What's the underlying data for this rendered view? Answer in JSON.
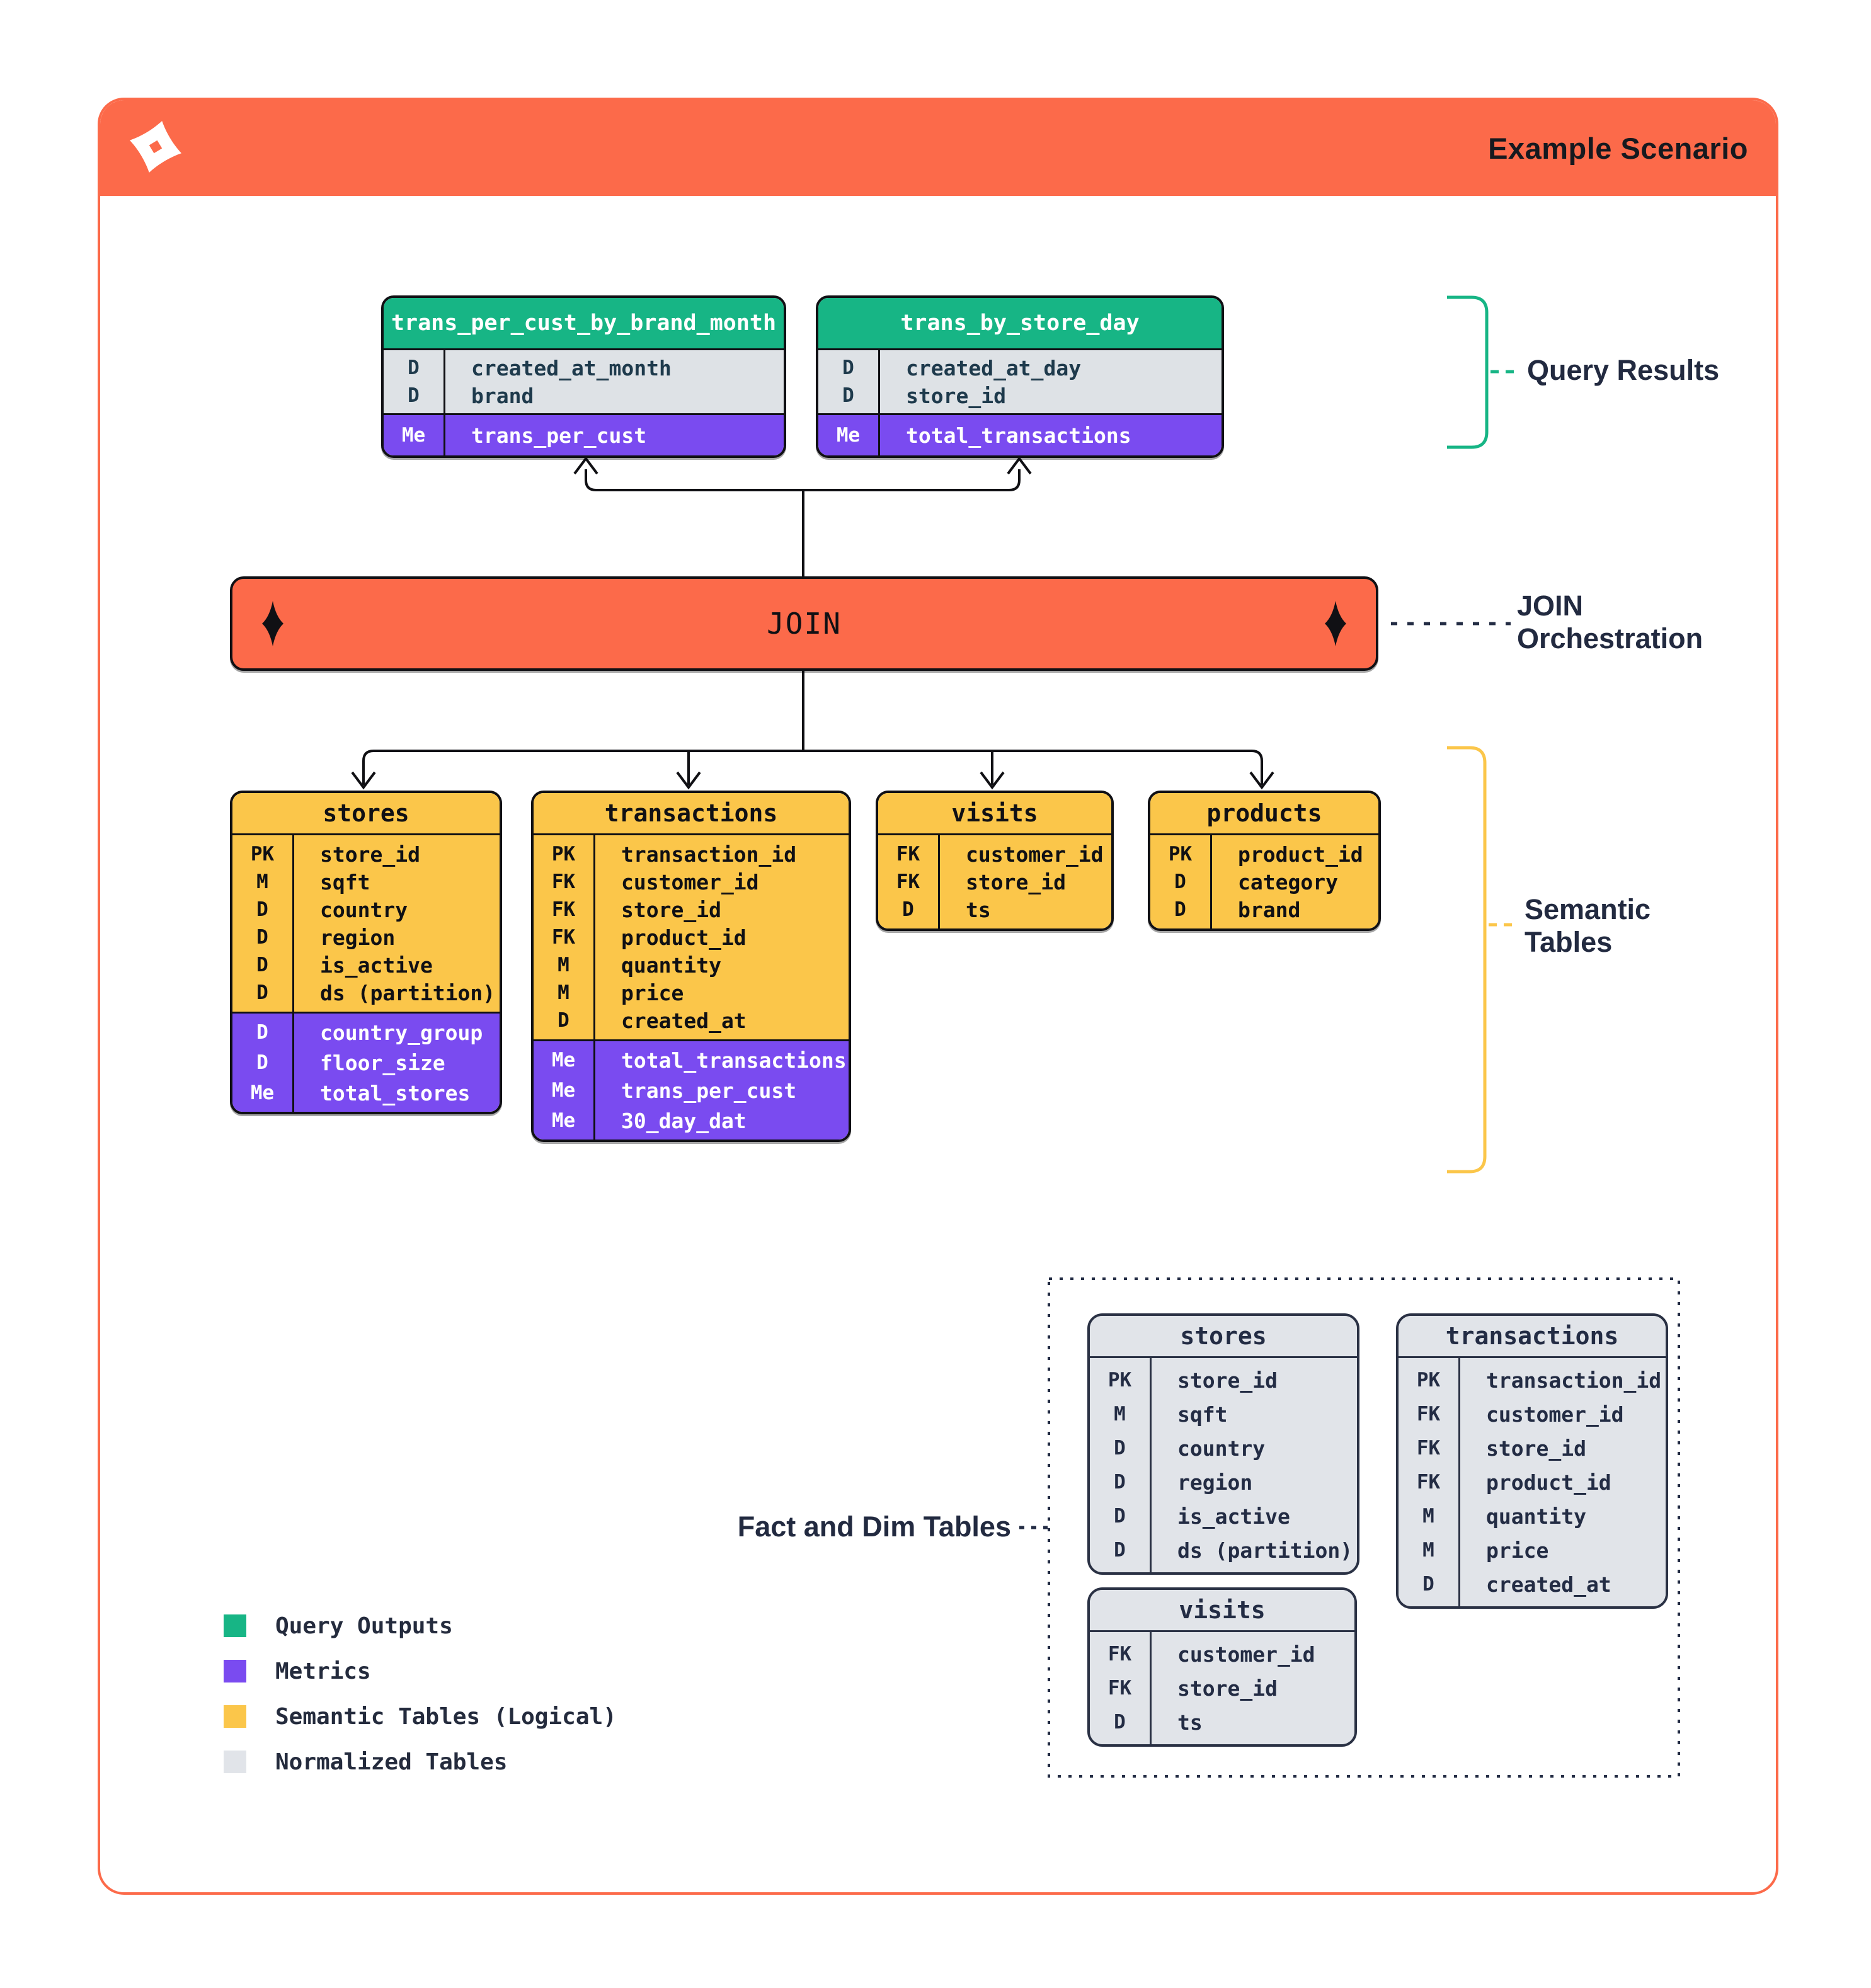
{
  "page": {
    "title": "Example Scenario"
  },
  "colors": {
    "orange": "#FC6A4A",
    "green": "#17B585",
    "purple": "#7A4BF0",
    "yellow": "#FBC64A",
    "normalized_gray": "#E1E4E9",
    "ink": "#101014",
    "navy": "#232C44"
  },
  "icons": {
    "logo": "dbt-spark-logo",
    "join_diamond": "spark-diamond-icon"
  },
  "join_bar": {
    "label": "JOIN"
  },
  "annotations": {
    "query_results": "Query Results",
    "join_orchestration_line1": "JOIN",
    "join_orchestration_line2": "Orchestration",
    "semantic_line1": "Semantic",
    "semantic_line2": "Tables",
    "fact_dim": "Fact and Dim Tables"
  },
  "query_result_tables": [
    {
      "name": "trans_per_cust_by_brand_month",
      "header": "green",
      "sections": [
        {
          "style": "grayrows",
          "rows": [
            [
              "D",
              "created_at_month"
            ],
            [
              "D",
              "brand"
            ]
          ]
        },
        {
          "style": "purple",
          "rows": [
            [
              "Me",
              "trans_per_cust"
            ]
          ]
        }
      ]
    },
    {
      "name": "trans_by_store_day",
      "header": "green",
      "sections": [
        {
          "style": "grayrows",
          "rows": [
            [
              "D",
              "created_at_day"
            ],
            [
              "D",
              "store_id"
            ]
          ]
        },
        {
          "style": "purple",
          "rows": [
            [
              "Me",
              "total_transactions"
            ]
          ]
        }
      ]
    }
  ],
  "semantic_tables": [
    {
      "name": "stores",
      "header": "yellow",
      "sections": [
        {
          "style": "yellow",
          "rows": [
            [
              "PK",
              "store_id"
            ],
            [
              "M",
              "sqft"
            ],
            [
              "D",
              "country"
            ],
            [
              "D",
              "region"
            ],
            [
              "D",
              "is_active"
            ],
            [
              "D",
              "ds (partition)"
            ]
          ]
        },
        {
          "style": "purple",
          "rows": [
            [
              "D",
              "country_group"
            ],
            [
              "D",
              "floor_size"
            ],
            [
              "Me",
              "total_stores"
            ]
          ]
        }
      ]
    },
    {
      "name": "transactions",
      "header": "yellow",
      "sections": [
        {
          "style": "yellow",
          "rows": [
            [
              "PK",
              "transaction_id"
            ],
            [
              "FK",
              "customer_id"
            ],
            [
              "FK",
              "store_id"
            ],
            [
              "FK",
              "product_id"
            ],
            [
              "M",
              "quantity"
            ],
            [
              "M",
              "price"
            ],
            [
              "D",
              "created_at"
            ]
          ]
        },
        {
          "style": "purple",
          "rows": [
            [
              "Me",
              "total_transactions"
            ],
            [
              "Me",
              "trans_per_cust"
            ],
            [
              "Me",
              "30_day_dat"
            ]
          ]
        }
      ]
    },
    {
      "name": "visits",
      "header": "yellow",
      "sections": [
        {
          "style": "yellow",
          "rows": [
            [
              "FK",
              "customer_id"
            ],
            [
              "FK",
              "store_id"
            ],
            [
              "D",
              "ts"
            ]
          ]
        }
      ]
    },
    {
      "name": "products",
      "header": "yellow",
      "sections": [
        {
          "style": "yellow",
          "rows": [
            [
              "PK",
              "product_id"
            ],
            [
              "D",
              "category"
            ],
            [
              "D",
              "brand"
            ]
          ]
        }
      ]
    }
  ],
  "normalized_tables": [
    {
      "name": "stores",
      "header": "gray",
      "sections": [
        {
          "style": "graynorm",
          "rows": [
            [
              "PK",
              "store_id"
            ],
            [
              "M",
              "sqft"
            ],
            [
              "D",
              "country"
            ],
            [
              "D",
              "region"
            ],
            [
              "D",
              "is_active"
            ],
            [
              "D",
              "ds (partition)"
            ]
          ]
        }
      ]
    },
    {
      "name": "transactions",
      "header": "gray",
      "sections": [
        {
          "style": "graynorm",
          "rows": [
            [
              "PK",
              "transaction_id"
            ],
            [
              "FK",
              "customer_id"
            ],
            [
              "FK",
              "store_id"
            ],
            [
              "FK",
              "product_id"
            ],
            [
              "M",
              "quantity"
            ],
            [
              "M",
              "price"
            ],
            [
              "D",
              "created_at"
            ]
          ]
        }
      ]
    },
    {
      "name": "visits",
      "header": "gray",
      "sections": [
        {
          "style": "graynorm",
          "rows": [
            [
              "FK",
              "customer_id"
            ],
            [
              "FK",
              "store_id"
            ],
            [
              "D",
              "ts"
            ]
          ]
        }
      ]
    }
  ],
  "legend": [
    {
      "label": "Query Outputs",
      "color": "#17B585"
    },
    {
      "label": "Metrics",
      "color": "#7A4BF0"
    },
    {
      "label": "Semantic Tables (Logical)",
      "color": "#FBC64A"
    },
    {
      "label": "Normalized Tables",
      "color": "#E1E4E9"
    }
  ]
}
